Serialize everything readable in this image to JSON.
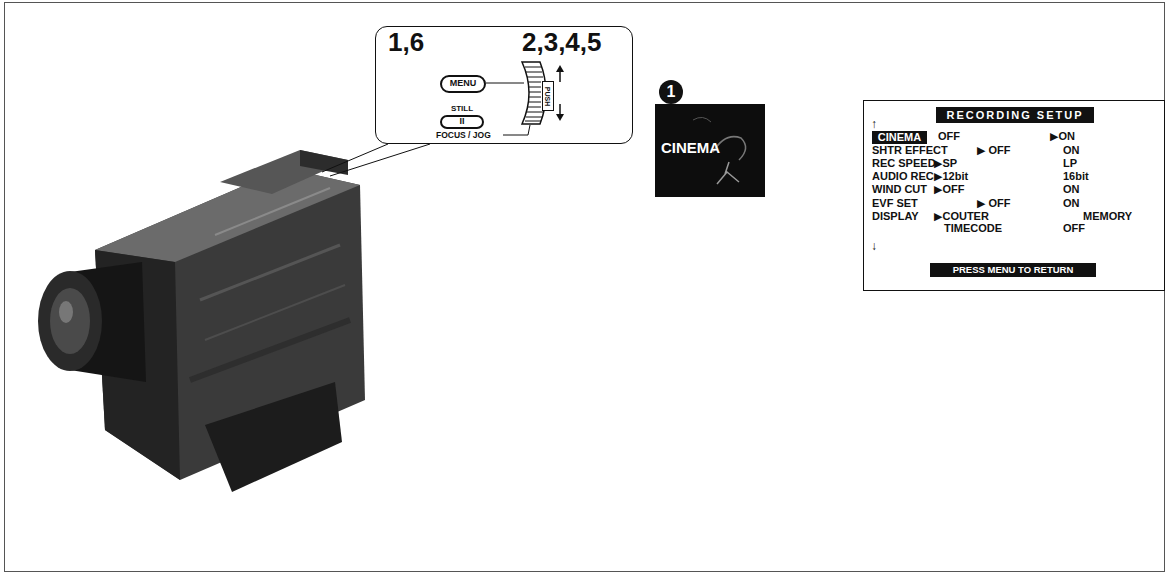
{
  "diagram": {
    "nodes": [
      {
        "text": [
          "1,6",
          "2,3,4,5",
          "FOCUS / JOG"
        ]
      },
      {
        "text": [
          "MENU"
        ],
        "in": 0
      },
      {
        "text": [
          "STILL",
          "II"
        ],
        "in": 0
      },
      {
        "text": [
          "PUSH"
        ],
        "in": 0
      },
      {
        "text": [
          "1"
        ]
      },
      {
        "text": [
          "CINEMA"
        ]
      },
      {
        "text": [
          "↑",
          "↓"
        ]
      },
      {
        "text": [
          "RECORDING SETUP"
        ],
        "in": 6
      },
      {
        "text": [
          "CINEMA"
        ],
        "in": 6
      },
      {
        "text": [
          "PRESS MENU TO RETURN"
        ],
        "in": 6
      }
    ],
    "labels": [
      "OFF",
      "▶ON",
      "SHTR EFFECT",
      "▶ OFF",
      "ON",
      "REC SPEED",
      "▶SP",
      "LP",
      "AUDIO REC",
      "▶12bit",
      "16bit",
      "WIND CUT",
      "▶OFF",
      "ON",
      "EVF SET",
      "▶ OFF",
      "ON",
      "DISPLAY",
      "▶COUTER",
      "MEMORY",
      "TIMECODE",
      "OFF"
    ]
  }
}
